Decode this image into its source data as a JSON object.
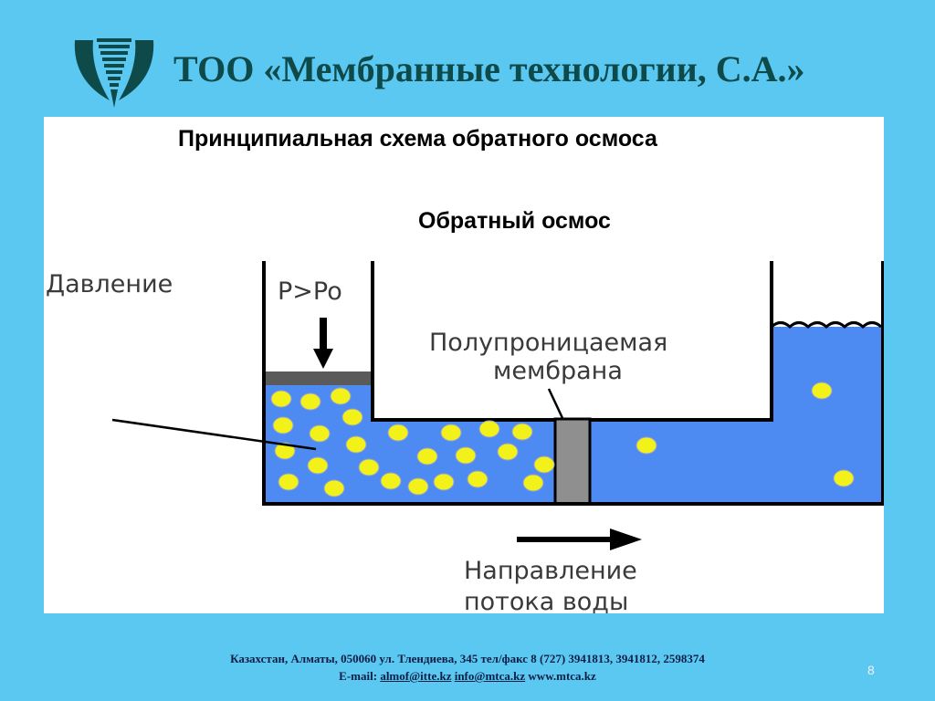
{
  "header": {
    "company_title": "ТОО «Мембранные технологии, С.А.»",
    "colors": {
      "title": "#0f4a4a",
      "background": "#5bc8f2"
    }
  },
  "slide": {
    "title": "Принципиальная схема обратного осмоса",
    "caption": "Обратный осмос"
  },
  "diagram": {
    "labels": {
      "pressure": "Давление",
      "pressure_formula": "P>Po",
      "membrane_line1": "Полупроницаемая",
      "membrane_line2": "мембрана",
      "flow_line1": "Направление",
      "flow_line2": "потока воды"
    },
    "colors": {
      "water": "#4d8bf2",
      "particle": "#f2f21a",
      "membrane": "#8f8f8f",
      "piston": "#5a5a5a",
      "wall": "#000000"
    }
  },
  "footer": {
    "address": "Казахстан, Алматы, 050060  ул. Тлендиева, 345 тел/факс 8 (727) 3941813, 3941812, 2598374",
    "email_label": "E-mail:",
    "email1": "almof@itte.kz",
    "email2": "info@mtca.kz",
    "website": "www.mtca.kz",
    "page_number": "8"
  }
}
